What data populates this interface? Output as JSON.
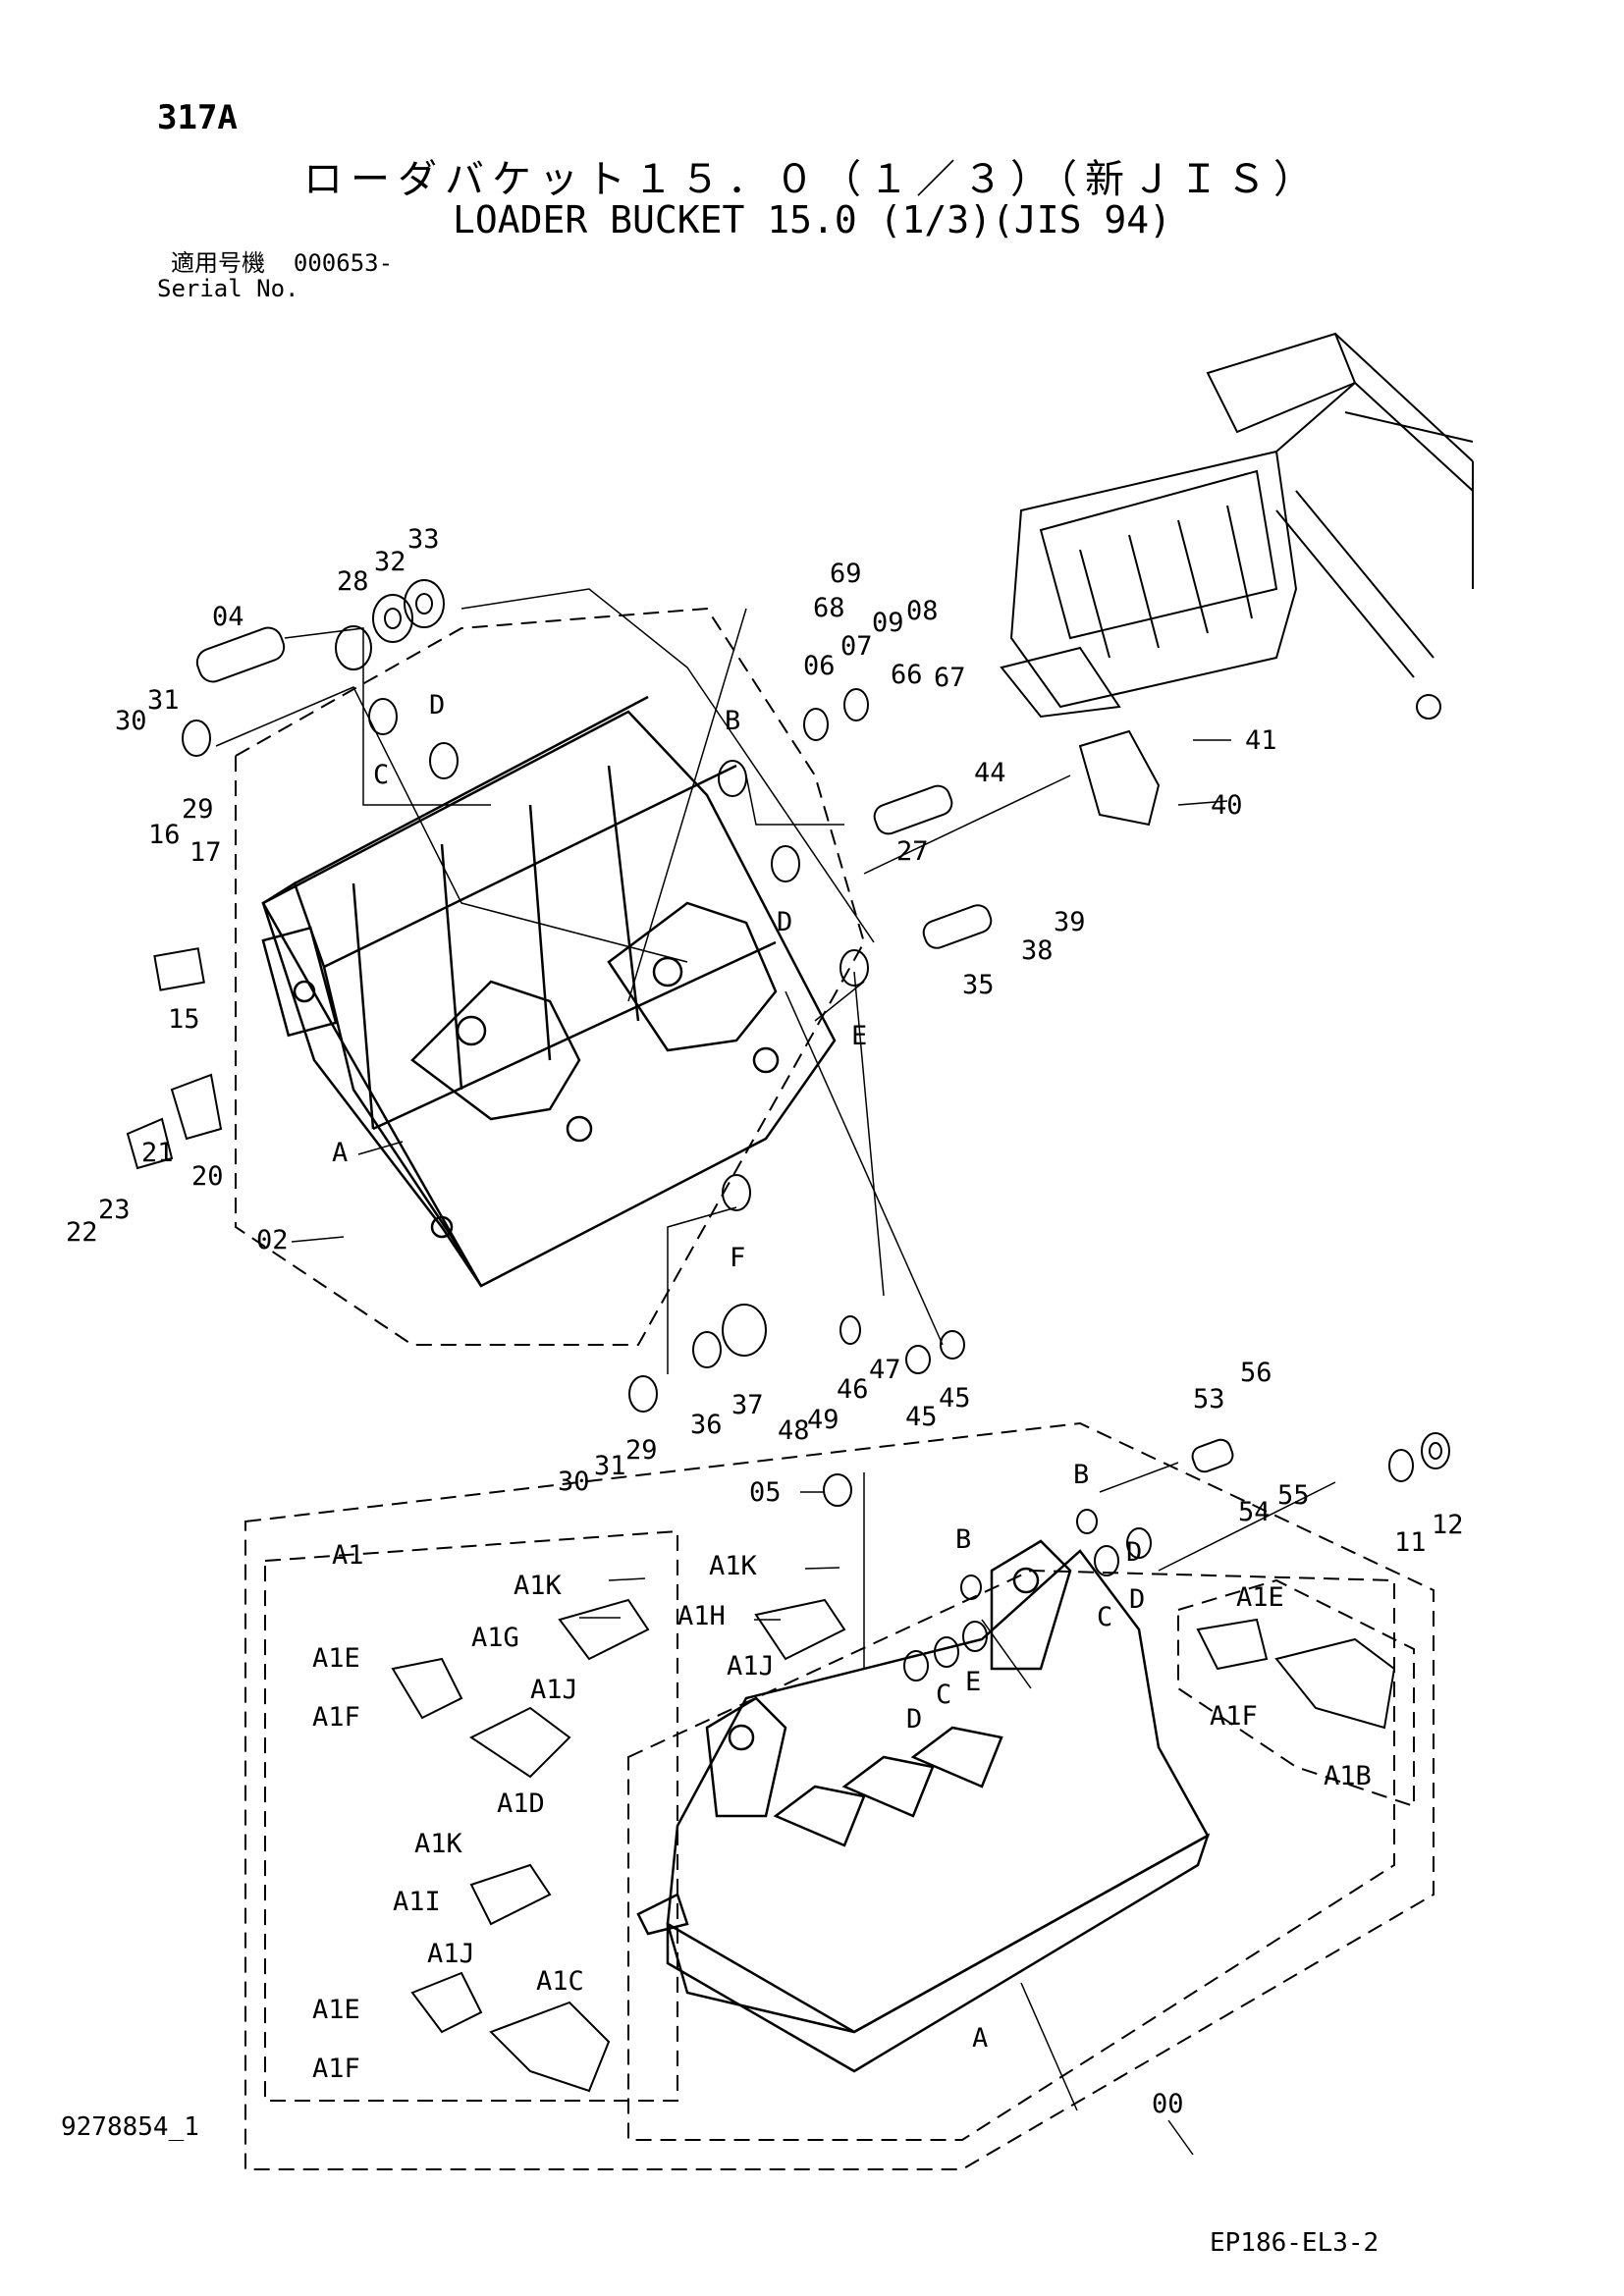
{
  "header": {
    "page_code": "317A",
    "title_jp": "ローダバケット１５．０（１／３）（新ＪＩＳ）",
    "title_en": "LOADER BUCKET 15.0 (1/3)(JIS 94)",
    "serial_label_jp": "適用号機",
    "serial_value": "000653-",
    "serial_label_en": "Serial No."
  },
  "footer": {
    "document_number": "9278854_1",
    "sheet_code": "EP186-EL3-2"
  },
  "callouts": {
    "c00": "00",
    "c02": "02",
    "c04": "04",
    "c05": "05",
    "c06": "06",
    "c07": "07",
    "c08": "08",
    "c09": "09",
    "c11": "11",
    "c12": "12",
    "c15": "15",
    "c16": "16",
    "c17": "17",
    "c20": "20",
    "c21": "21",
    "c22": "22",
    "c23": "23",
    "c27": "27",
    "c28": "28",
    "c29a": "29",
    "c29b": "29",
    "c30a": "30",
    "c30b": "30",
    "c31a": "31",
    "c31b": "31",
    "c32": "32",
    "c33": "33",
    "c35": "35",
    "c36": "36",
    "c37": "37",
    "c38": "38",
    "c39": "39",
    "c40": "40",
    "c41": "41",
    "c44": "44",
    "c45a": "45",
    "c45b": "45",
    "c46": "46",
    "c47": "47",
    "c48": "48",
    "c49": "49",
    "c53": "53",
    "c54": "54",
    "c55": "55",
    "c56": "56",
    "c66": "66",
    "c67": "67",
    "c68": "68",
    "c69": "69",
    "A1": "A1",
    "A1B": "A1B",
    "A1C": "A1C",
    "A1D": "A1D",
    "A1E_a": "A1E",
    "A1E_b": "A1E",
    "A1E_c": "A1E",
    "A1F_a": "A1F",
    "A1F_b": "A1F",
    "A1F_c": "A1F",
    "A1G": "A1G",
    "A1H": "A1H",
    "A1I": "A1I",
    "A1J_a": "A1J",
    "A1J_b": "A1J",
    "A1J_c": "A1J",
    "A1K_a": "A1K",
    "A1K_b": "A1K",
    "A1K_c": "A1K",
    "A_a": "A",
    "A_b": "A",
    "B_a": "B",
    "B_b": "B",
    "B_c": "B",
    "C_a": "C",
    "C_b": "C",
    "C_c": "C",
    "D_a": "D",
    "D_b": "D",
    "D_c": "D",
    "D_d": "D",
    "D_e": "D",
    "E_a": "E",
    "E_b": "E",
    "F_a": "F"
  }
}
